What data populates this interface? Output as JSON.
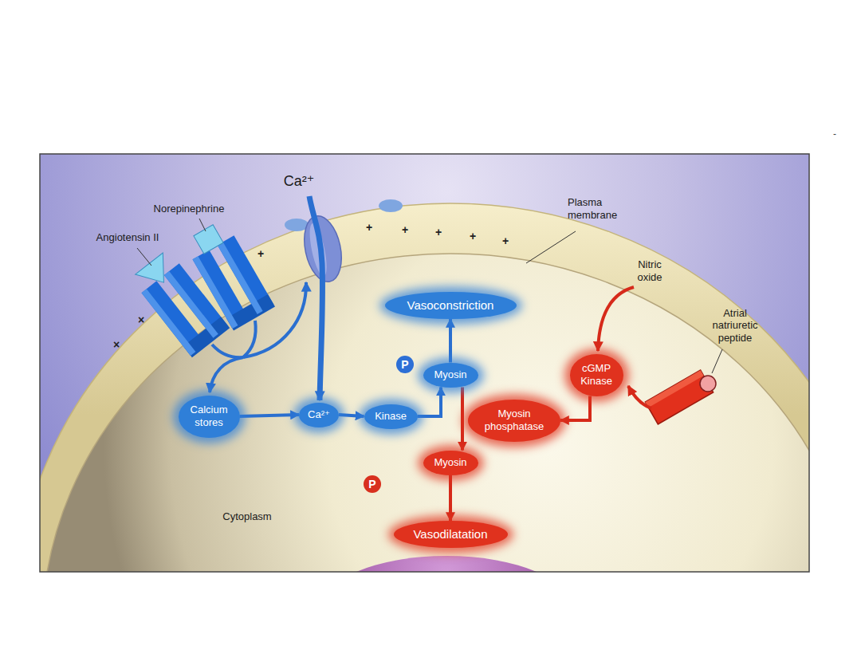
{
  "diagram": {
    "nodes": [
      {
        "text": [
          "Vasoconstriction"
        ]
      },
      {
        "text": [
          "Myosin"
        ]
      },
      {
        "text": [
          "cGMP",
          "Kinase"
        ]
      },
      {
        "text": [
          "Calcium stores"
        ]
      },
      {
        "text": [
          "Ca²⁺"
        ]
      },
      {
        "text": [
          "Kinase"
        ]
      },
      {
        "text": [
          "Myosin phosphatase"
        ]
      },
      {
        "text": [
          "Myosin"
        ]
      },
      {
        "text": [
          "Vasodilatation"
        ]
      }
    ],
    "edges": [
      {
        "from": 3,
        "to": 4,
        "arrow": "to"
      },
      {
        "from": 4,
        "to": 5,
        "arrow": "to"
      },
      {
        "from": 5,
        "to": 1,
        "arrow": "to"
      },
      {
        "from": 1,
        "to": 0,
        "arrow": "to"
      },
      {
        "from": 1,
        "to": 7,
        "arrow": "to"
      },
      {
        "from": 2,
        "to": 6,
        "arrow": "to"
      },
      {
        "from": 7,
        "to": 8,
        "arrow": "to"
      }
    ],
    "labels": [
      "-",
      "Ca²⁺",
      "Norepinephrine",
      "Plasma membrane",
      "+",
      "+",
      "+",
      "+",
      "+",
      "Angiotensin II",
      "+",
      "Nitric oxide",
      "×",
      "Atrial natriuretic peptide",
      "×",
      "P",
      "P",
      "Cytoplasm"
    ]
  }
}
